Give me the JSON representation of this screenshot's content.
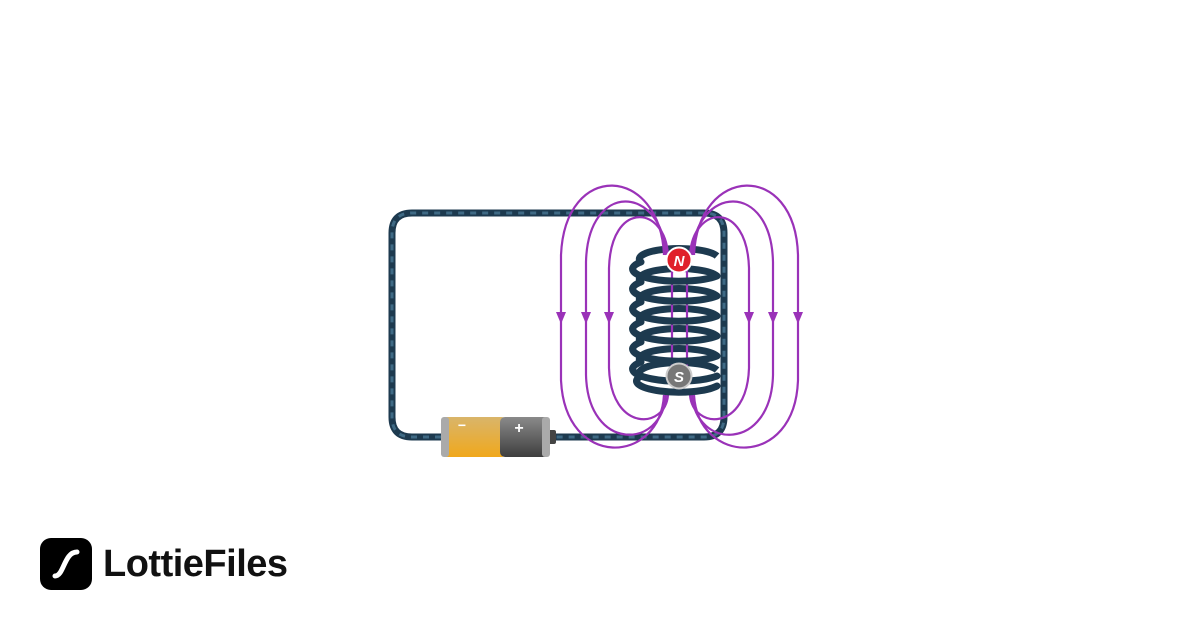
{
  "diagram": {
    "battery": {
      "negative_label": "−",
      "positive_label": "+"
    },
    "poles": {
      "north_label": "N",
      "south_label": "S"
    },
    "colors": {
      "wire": "#1d3a4f",
      "field_lines": "#9a32b8",
      "north_pole": "#e0202a",
      "south_pole": "#777777",
      "battery_negative": "#e8a52a",
      "battery_positive": "#5a5a5a"
    }
  },
  "brand": {
    "name": "LottieFiles",
    "icon": "lottiefiles-logo-icon"
  }
}
